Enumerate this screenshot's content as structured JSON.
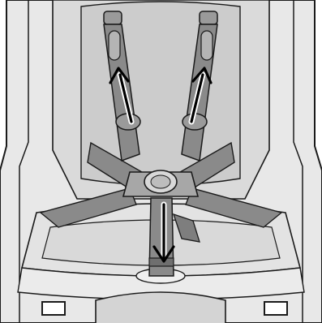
{
  "diagram": {
    "subject": "car-seat-harness-adjustment",
    "instruction_arrows": [
      {
        "id": "left-shoulder-strap-pull",
        "direction": "up"
      },
      {
        "id": "right-shoulder-strap-pull",
        "direction": "up"
      },
      {
        "id": "crotch-strap-pull",
        "direction": "down"
      }
    ],
    "colors": {
      "background": "#ffffff",
      "seat_shell": "#e8e8e8",
      "seat_inner": "#d9d9d9",
      "seat_panel": "#cfcfcf",
      "strap": "#8a8a8a",
      "strap_dark": "#6f6f6f",
      "outline": "#1a1a1a",
      "arrow": "#000000"
    }
  }
}
